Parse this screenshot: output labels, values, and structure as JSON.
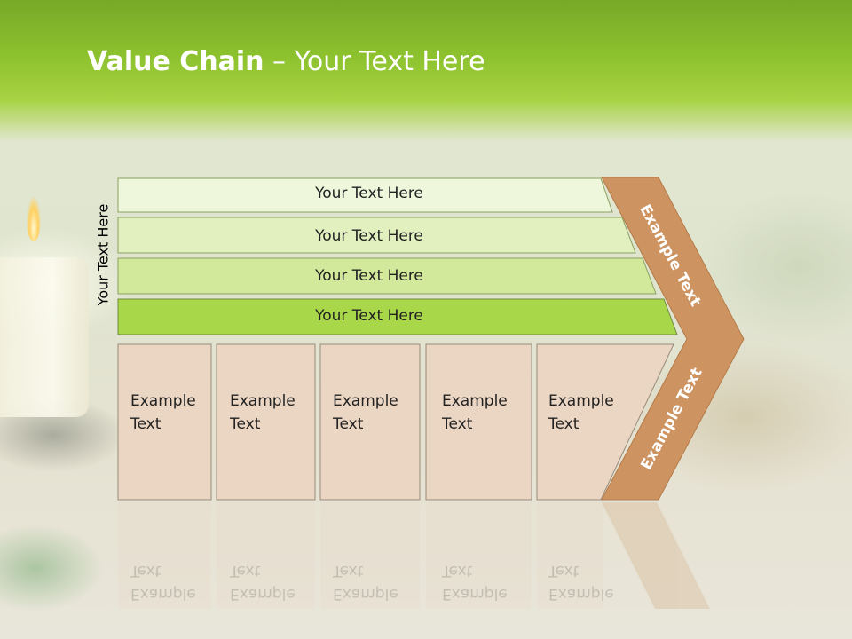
{
  "title": {
    "bold": "Value Chain",
    "rest": " – Your Text Here"
  },
  "side_label": "Your Text Here",
  "bars": [
    {
      "label": "Your Text Here",
      "fill": "#eef6dc"
    },
    {
      "label": "Your Text Here",
      "fill": "#e2f0bf"
    },
    {
      "label": "Your Text Here",
      "fill": "#d2e89a"
    },
    {
      "label": "Your Text Here",
      "fill": "#a8d84a"
    }
  ],
  "boxes": [
    {
      "line1": "Example",
      "line2": "Text"
    },
    {
      "line1": "Example",
      "line2": "Text"
    },
    {
      "line1": "Example",
      "line2": "Text"
    },
    {
      "line1": "Example",
      "line2": "Text"
    },
    {
      "line1": "Example",
      "line2": "Text"
    }
  ],
  "chevron": {
    "upper_label": "Example Text",
    "lower_label": "Example Text"
  },
  "colors": {
    "box_fill": "#ebd6c3",
    "chevron_fill": "#cd9462",
    "header_green": "#8dc22e"
  }
}
